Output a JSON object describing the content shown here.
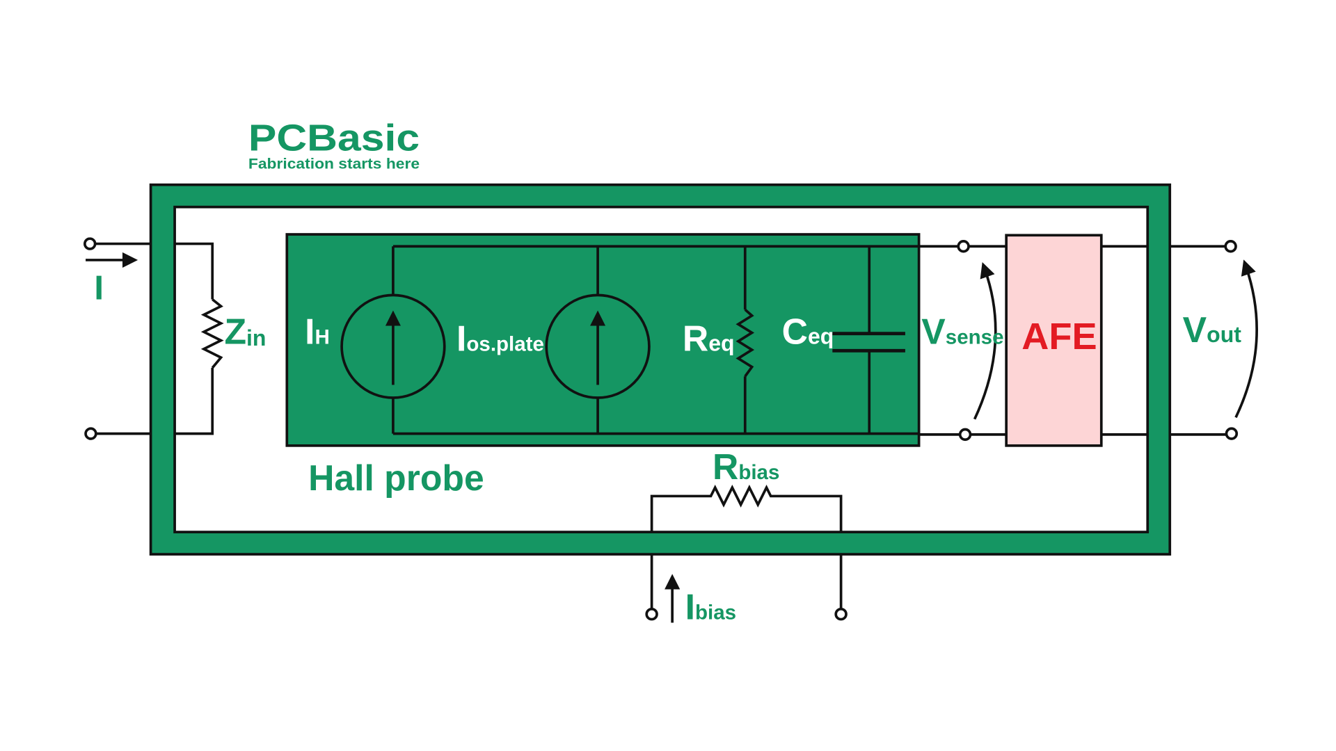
{
  "logo": {
    "brand": "PCBasic",
    "tagline": "Fabrication starts here"
  },
  "labels": {
    "input_current": "I",
    "zin_main": "Z",
    "zin_sub": "in",
    "ih_main": "I",
    "ih_sub": "H",
    "ios_main": "I",
    "ios_sub": "os.plate",
    "req_main": "R",
    "req_sub": "eq",
    "ceq_main": "C",
    "ceq_sub": "eq",
    "vsense_main": "V",
    "vsense_sub": "sense",
    "afe": "AFE",
    "vout_main": "V",
    "vout_sub": "out",
    "hall_probe": "Hall probe",
    "rbias_main": "R",
    "rbias_sub": "bias",
    "ibias_main": "I",
    "ibias_sub": "bias"
  },
  "colors": {
    "green": "#159663",
    "afe_fill": "#fdd5d6",
    "afe_text": "#e31b23",
    "wire": "#111111"
  }
}
